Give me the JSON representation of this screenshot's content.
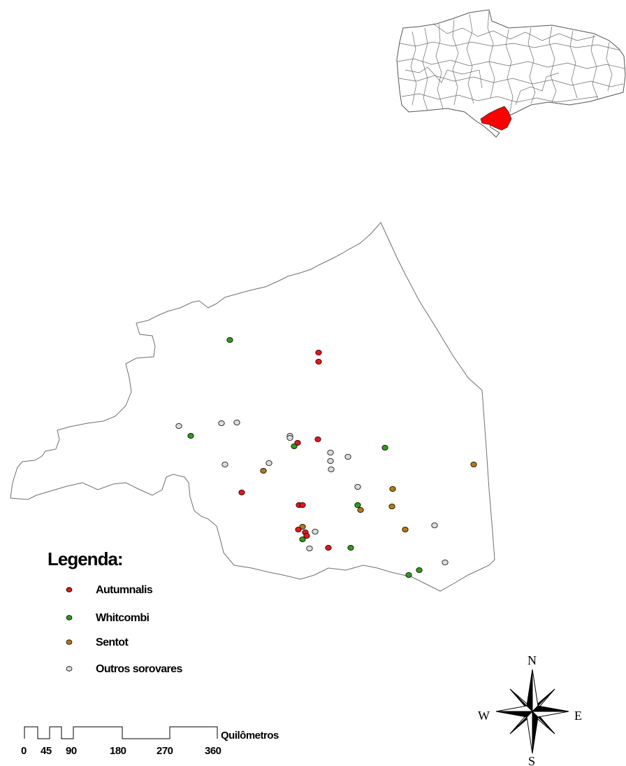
{
  "legend": {
    "title": "Legenda:",
    "items": [
      {
        "key": "autumnalis",
        "label": "Autumnalis",
        "color": "#e8141b"
      },
      {
        "key": "whitcombi",
        "label": "Whitcombi",
        "color": "#2f9a1a"
      },
      {
        "key": "sentot",
        "label": "Sentot",
        "color": "#b07b14"
      },
      {
        "key": "outros",
        "label": "Outros sorovares",
        "color": "#dcdcdc"
      }
    ]
  },
  "scale_bar": {
    "unit": "Quilômetros",
    "ticks": [
      "0",
      "45",
      "90",
      "180",
      "270",
      "360"
    ]
  },
  "compass": {
    "north": "N",
    "south": "S",
    "east": "E",
    "west": "W"
  },
  "colors": {
    "highlight_region": "#ff0000",
    "outline": "#555555",
    "point_stroke": "#000000"
  }
}
